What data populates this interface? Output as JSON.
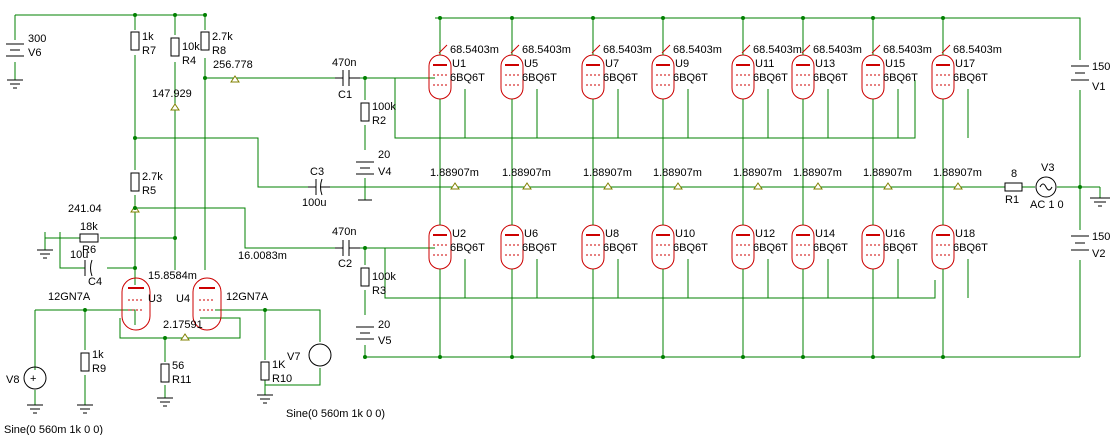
{
  "sources": [
    {
      "id": "V6",
      "name": "V6",
      "value": "300"
    },
    {
      "id": "V1",
      "name": "V1",
      "value": "150"
    },
    {
      "id": "V2",
      "name": "V2",
      "value": "150"
    },
    {
      "id": "V4",
      "name": "V4",
      "value": "20"
    },
    {
      "id": "V5",
      "name": "V5",
      "value": "20"
    },
    {
      "id": "V3",
      "name": "V3",
      "value": "AC 1 0"
    },
    {
      "id": "V7",
      "name": "V7",
      "value": "Sine(0 560m 1k 0 0)"
    },
    {
      "id": "V8",
      "name": "V8",
      "value": "Sine(0 560m 1k 0 0)"
    }
  ],
  "resistors": [
    {
      "id": "R7",
      "name": "R7",
      "value": "1k"
    },
    {
      "id": "R4",
      "name": "R4",
      "value": "10k"
    },
    {
      "id": "R8",
      "name": "R8",
      "value": "2.7k"
    },
    {
      "id": "R5",
      "name": "R5",
      "value": "2.7k"
    },
    {
      "id": "R6",
      "name": "R6",
      "value": "18k"
    },
    {
      "id": "R9",
      "name": "R9",
      "value": "1k"
    },
    {
      "id": "R11",
      "name": "R11",
      "value": "56"
    },
    {
      "id": "R10",
      "name": "R10",
      "value": "1K"
    },
    {
      "id": "R2",
      "name": "R2",
      "value": "100k"
    },
    {
      "id": "R3",
      "name": "R3",
      "value": "100k"
    },
    {
      "id": "R1",
      "name": "R1",
      "value": "8"
    }
  ],
  "capacitors": [
    {
      "id": "C1",
      "name": "C1",
      "value": "470n"
    },
    {
      "id": "C2",
      "name": "C2",
      "value": "470n"
    },
    {
      "id": "C3",
      "name": "C3",
      "value": "100u"
    },
    {
      "id": "C4",
      "name": "C4",
      "value": "10u"
    }
  ],
  "tubes_top": [
    {
      "name": "U1",
      "model": "6BQ6T",
      "current": "68.5403m"
    },
    {
      "name": "U5",
      "model": "6BQ6T",
      "current": "68.5403m"
    },
    {
      "name": "U7",
      "model": "6BQ6T",
      "current": "68.5403m"
    },
    {
      "name": "U9",
      "model": "6BQ6T",
      "current": "68.5403m"
    },
    {
      "name": "U11",
      "model": "6BQ6T",
      "current": "68.5403m"
    },
    {
      "name": "U13",
      "model": "6BQ6T",
      "current": "68.5403m"
    },
    {
      "name": "U15",
      "model": "6BQ6T",
      "current": "68.5403m"
    },
    {
      "name": "U17",
      "model": "6BQ6T",
      "current": "68.5403m"
    }
  ],
  "tubes_bottom": [
    {
      "name": "U2",
      "model": "6BQ6T",
      "voltage": "1.88907m"
    },
    {
      "name": "U6",
      "model": "6BQ6T",
      "voltage": "1.88907m"
    },
    {
      "name": "U8",
      "model": "6BQ6T",
      "voltage": "1.88907m"
    },
    {
      "name": "U10",
      "model": "6BQ6T",
      "voltage": "1.88907m"
    },
    {
      "name": "U12",
      "model": "6BQ6T",
      "voltage": "1.88907m"
    },
    {
      "name": "U14",
      "model": "6BQ6T",
      "voltage": "1.88907m"
    },
    {
      "name": "U16",
      "model": "6BQ6T",
      "voltage": "1.88907m"
    },
    {
      "name": "U18",
      "model": "6BQ6T",
      "voltage": "1.88907m"
    }
  ],
  "driver_tubes": [
    {
      "name": "U3",
      "model": "12GN7A"
    },
    {
      "name": "U4",
      "model": "12GN7A"
    }
  ],
  "probes": {
    "r8_node": "256.778",
    "r4_node": "147.929",
    "r5_node": "241.04",
    "c2_node": "16.0083m",
    "u4_plate": "15.8584m",
    "cathode": "2.17591"
  }
}
